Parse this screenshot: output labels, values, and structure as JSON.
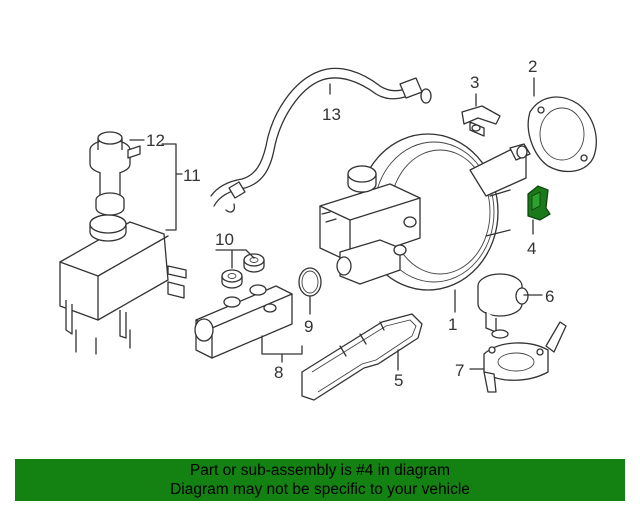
{
  "diagram": {
    "callouts": [
      {
        "id": "1",
        "label": "1"
      },
      {
        "id": "2",
        "label": "2"
      },
      {
        "id": "3",
        "label": "3"
      },
      {
        "id": "4",
        "label": "4"
      },
      {
        "id": "5",
        "label": "5"
      },
      {
        "id": "6",
        "label": "6"
      },
      {
        "id": "7",
        "label": "7"
      },
      {
        "id": "8",
        "label": "8"
      },
      {
        "id": "9",
        "label": "9"
      },
      {
        "id": "10",
        "label": "10"
      },
      {
        "id": "11",
        "label": "11"
      },
      {
        "id": "12",
        "label": "12"
      },
      {
        "id": "13",
        "label": "13"
      }
    ],
    "highlight_color": "#1a7a1a"
  },
  "banner": {
    "line1": "Part or sub-assembly is #4 in diagram",
    "line2": "Diagram may not be specific to your vehicle",
    "background": "#138212"
  }
}
